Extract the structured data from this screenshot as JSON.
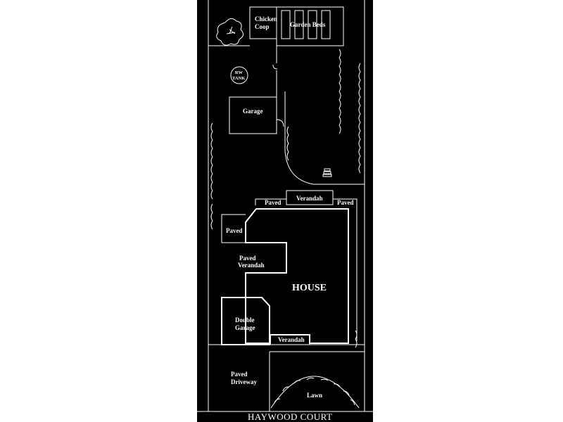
{
  "plan": {
    "colors": {
      "background": "#000000",
      "page": "#ffffff",
      "line": "#ffffff"
    },
    "labels": {
      "chicken_coop_1": "Chicken",
      "chicken_coop_2": "Coop",
      "garden_beds": "Garden Beds",
      "rw_tank_1": "RW",
      "rw_tank_2": "TANK",
      "garage": "Garage",
      "paved_top": "Paved",
      "verandah_top": "Verandah",
      "paved_right": "Paved",
      "paved_left": "Paved",
      "paved_verandah_1": "Paved",
      "paved_verandah_2": "Verandah",
      "house": "HOUSE",
      "double_garage_1": "Double",
      "double_garage_2": "Garage",
      "verandah_bottom": "Verandah",
      "paved_driveway_1": "Paved",
      "paved_driveway_2": "Driveway",
      "lawn": "Lawn",
      "street": "HAYWOOD COURT"
    }
  }
}
